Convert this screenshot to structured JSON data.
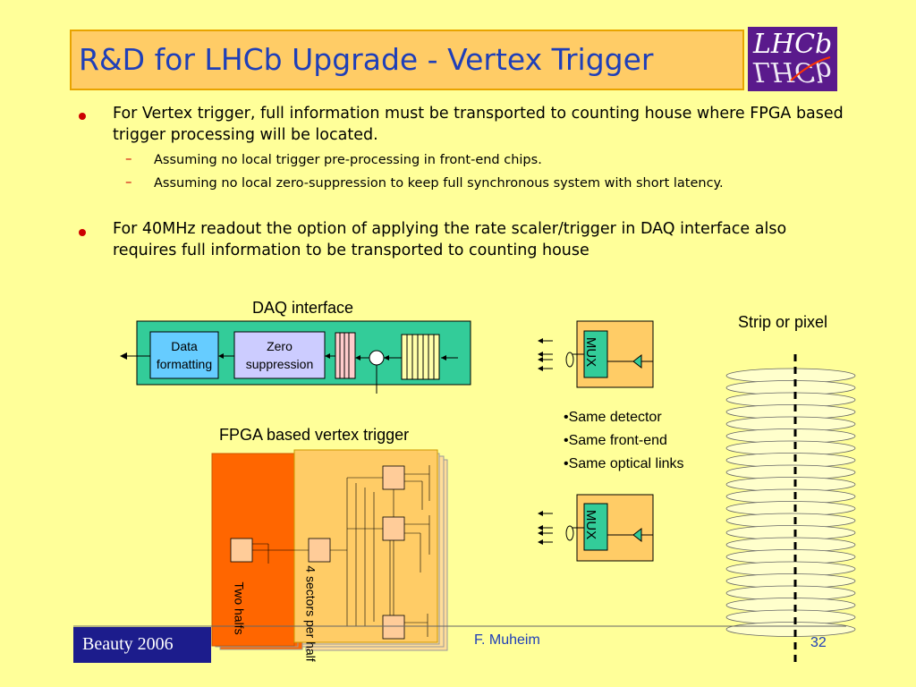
{
  "slide": {
    "title": "R&D for  LHCb Upgrade - Vertex Trigger",
    "logo_text": "LHCb"
  },
  "bullets": [
    {
      "text": "For Vertex trigger, full information must be transported to counting house where FPGA based trigger processing will be located.",
      "sub": [
        "Assuming no local trigger pre-processing in front-end chips.",
        "Assuming no local zero-suppression to keep full synchronous system with short latency."
      ]
    },
    {
      "text": "For 40MHz readout the option of applying the rate scaler/trigger in DAQ interface also requires full information to be transported to counting house",
      "sub": []
    }
  ],
  "diagram": {
    "daq_title": "DAQ interface",
    "data_formatting_l1": "Data",
    "data_formatting_l2": "formatting",
    "zero_supp_l1": "Zero",
    "zero_supp_l2": "suppression",
    "fpga_title": "FPGA based vertex trigger",
    "two_halfs": "Two halfs",
    "four_sectors": "4 sectors per half",
    "mux_label": "MUX",
    "strip_label": "Strip or pixel",
    "same_items": [
      "•Same detector",
      "•Same front-end",
      "•Same optical links"
    ]
  },
  "footer": {
    "event": "Beauty 2006",
    "author": "F. Muheim",
    "page": "32"
  },
  "colors": {
    "background": "#ffff99",
    "title_box": "#ffcc66",
    "title_text": "#1f3fb8",
    "daq_box": "#33cc99",
    "fpga_orange": "#ff6600",
    "mux_box": "#ffcc66",
    "footer_box": "#1c1c8c"
  }
}
